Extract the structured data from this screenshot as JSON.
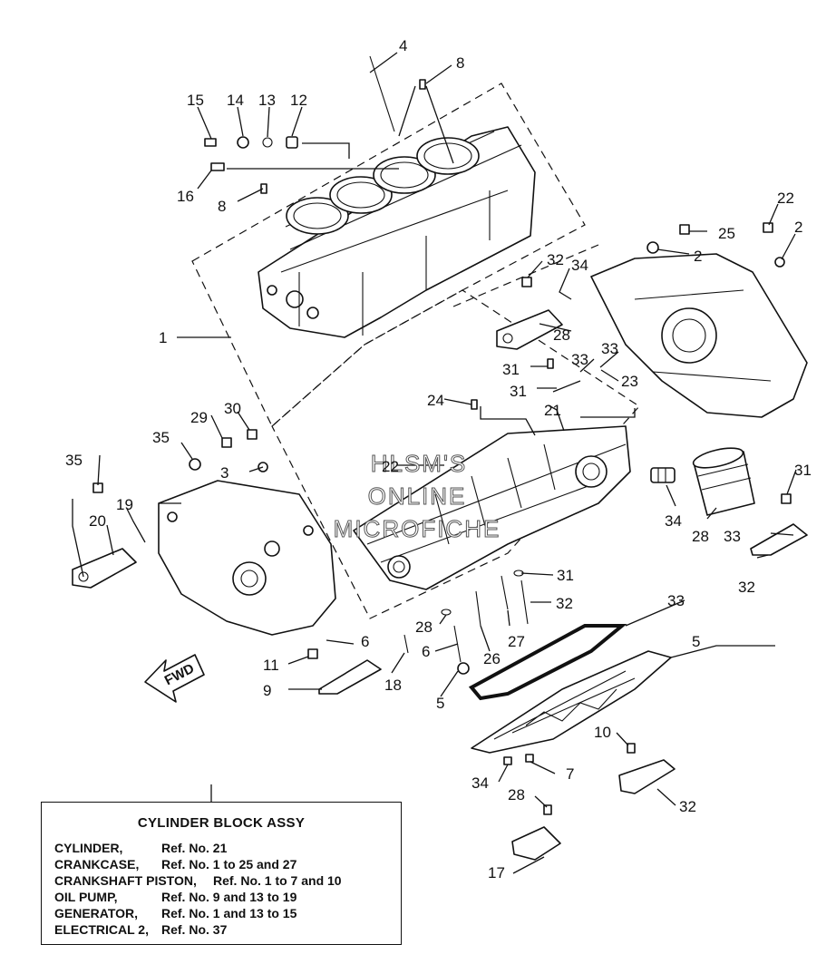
{
  "diagram": {
    "callouts": [
      "4",
      "8",
      "15",
      "14",
      "13",
      "12",
      "16",
      "8",
      "1",
      "32",
      "34",
      "28",
      "31",
      "33",
      "31",
      "33",
      "23",
      "24",
      "21",
      "22",
      "25",
      "2",
      "22",
      "2",
      "31",
      "33",
      "32",
      "34",
      "28",
      "31",
      "33",
      "32",
      "28",
      "27",
      "26",
      "6",
      "18",
      "5",
      "6",
      "11",
      "9",
      "5",
      "10",
      "7",
      "34",
      "32",
      "28",
      "17",
      "35",
      "19",
      "20",
      "29",
      "35",
      "30",
      "3"
    ],
    "watermark": [
      "HLSM'S",
      "ONLINE",
      "MICROFICHE"
    ],
    "fwd_label": "FWD"
  },
  "legend": {
    "title": "CYLINDER BLOCK ASSY",
    "rows": [
      {
        "system": "CYLINDER,",
        "ref": "Ref. No. 21"
      },
      {
        "system": "CRANKCASE,",
        "ref": "Ref. No. 1 to 25 and 27"
      },
      {
        "system": "CRANKSHAFT PISTON,",
        "ref": "Ref. No. 1 to 7 and 10"
      },
      {
        "system": "OIL PUMP,",
        "ref": "Ref. No. 9 and 13 to 19"
      },
      {
        "system": "GENERATOR,",
        "ref": "Ref. No. 1 and 13 to 15"
      },
      {
        "system": "ELECTRICAL 2,",
        "ref": "Ref. No. 37"
      }
    ]
  }
}
